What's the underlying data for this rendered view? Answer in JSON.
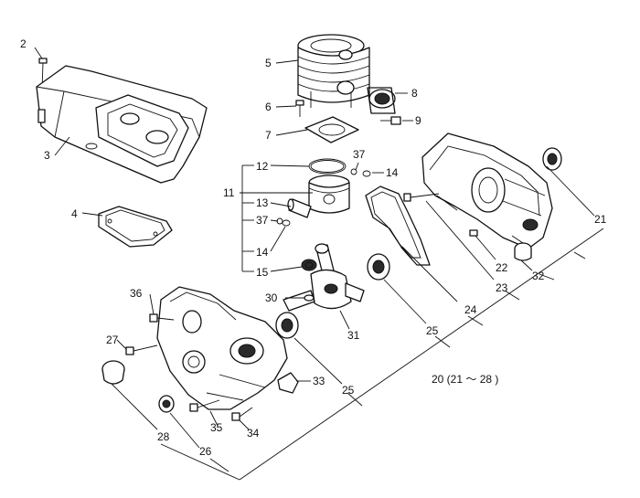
{
  "callouts": {
    "c2": "2",
    "c3": "3",
    "c4": "4",
    "c5": "5",
    "c6": "6",
    "c7": "7",
    "c8": "8",
    "c9": "9",
    "c11": "11",
    "c12": "12",
    "c13": "13",
    "c14a": "14",
    "c14b": "14",
    "c15": "15",
    "c20": "20 (21 ～ 28 )",
    "c21": "21",
    "c22": "22",
    "c23": "23",
    "c24": "24",
    "c25a": "25",
    "c25b": "25",
    "c26": "26",
    "c27": "27",
    "c28": "28",
    "c30": "30",
    "c31": "31",
    "c32": "32",
    "c33": "33",
    "c34": "34",
    "c35": "35",
    "c36": "36",
    "c37a": "37",
    "c37b": "37"
  },
  "icons": {
    "cover": "top-cover-icon",
    "cylinder": "cylinder-icon",
    "piston": "piston-icon",
    "crankshaft": "crankshaft-icon",
    "crankcase": "crankcase-icon"
  }
}
